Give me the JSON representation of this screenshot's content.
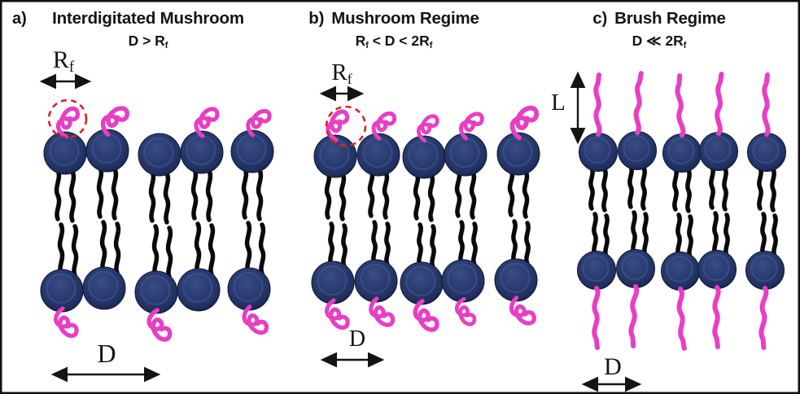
{
  "figure": {
    "colors": {
      "background": "#ffffff",
      "border": "#111111",
      "text": "#141414",
      "lipid_head": "#263a70",
      "lipid_tail": "#0a0a0a",
      "polymer": "#e83ec4",
      "highlight": "#da2420"
    },
    "panels": {
      "a": {
        "label": "a)",
        "title": "Interdigitated Mushroom",
        "condition": {
          "t1": "D > R",
          "s1": "f",
          "t2": "",
          "s2": ""
        },
        "rf_label": {
          "t": "R",
          "s": "f"
        },
        "d_label": "D"
      },
      "b": {
        "label": "b)",
        "title": "Mushroom Regime",
        "condition": {
          "t1": "R",
          "s1": "f",
          "t2": " < D < 2R",
          "s2": "f"
        },
        "rf_label": {
          "t": "R",
          "s": "f"
        },
        "d_label": "D"
      },
      "c": {
        "label": "c)",
        "title": "Brush Regime",
        "condition": {
          "t1": "D ≪ 2R",
          "s1": "f",
          "t2": "",
          "s2": ""
        },
        "l_label": "L",
        "d_label": "D"
      }
    }
  }
}
